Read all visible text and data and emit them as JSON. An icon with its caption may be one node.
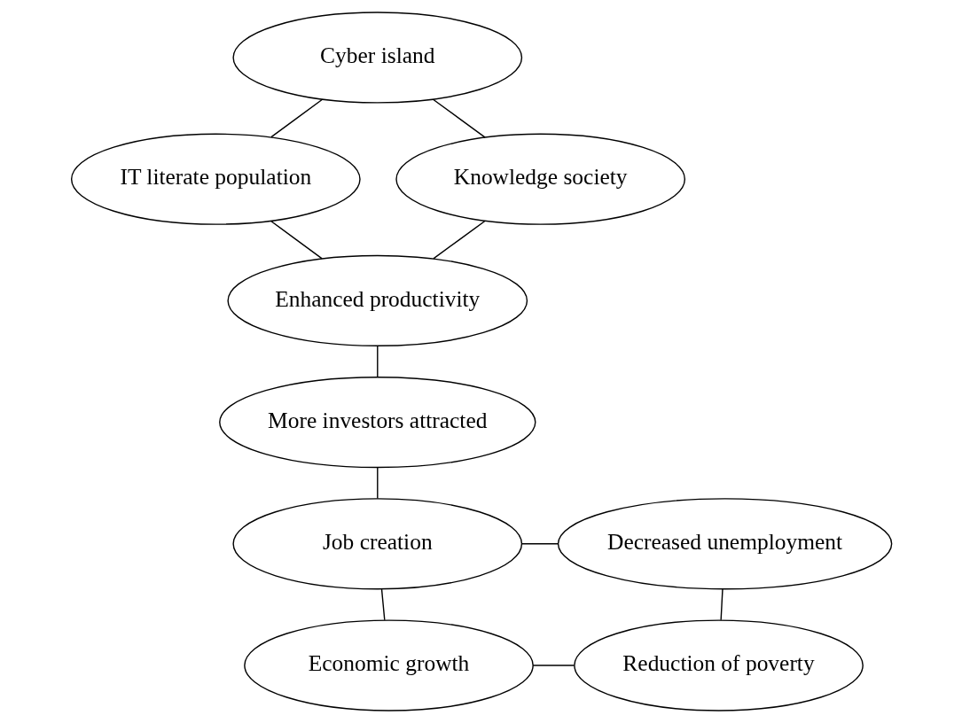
{
  "diagram": {
    "nodes": [
      {
        "text": [
          "Cyber island"
        ]
      },
      {
        "text": [
          "IT literate population"
        ]
      },
      {
        "text": [
          "Knowledge society"
        ]
      },
      {
        "text": [
          "Enhanced productivity"
        ]
      },
      {
        "text": [
          "More investors attracted"
        ]
      },
      {
        "text": [
          "Job creation"
        ]
      },
      {
        "text": [
          "Decreased unemployment"
        ]
      },
      {
        "text": [
          "Economic growth"
        ]
      },
      {
        "text": [
          "Reduction of poverty"
        ]
      }
    ],
    "edges": [
      {
        "from": 0,
        "to": 1,
        "arrow": "none"
      },
      {
        "from": 0,
        "to": 2,
        "arrow": "none"
      },
      {
        "from": 1,
        "to": 3,
        "arrow": "none"
      },
      {
        "from": 2,
        "to": 3,
        "arrow": "none"
      },
      {
        "from": 3,
        "to": 4,
        "arrow": "none"
      },
      {
        "from": 4,
        "to": 5,
        "arrow": "none"
      },
      {
        "from": 5,
        "to": 6,
        "arrow": "none"
      },
      {
        "from": 5,
        "to": 7,
        "arrow": "none"
      },
      {
        "from": 6,
        "to": 8,
        "arrow": "none"
      },
      {
        "from": 7,
        "to": 8,
        "arrow": "none"
      }
    ]
  }
}
